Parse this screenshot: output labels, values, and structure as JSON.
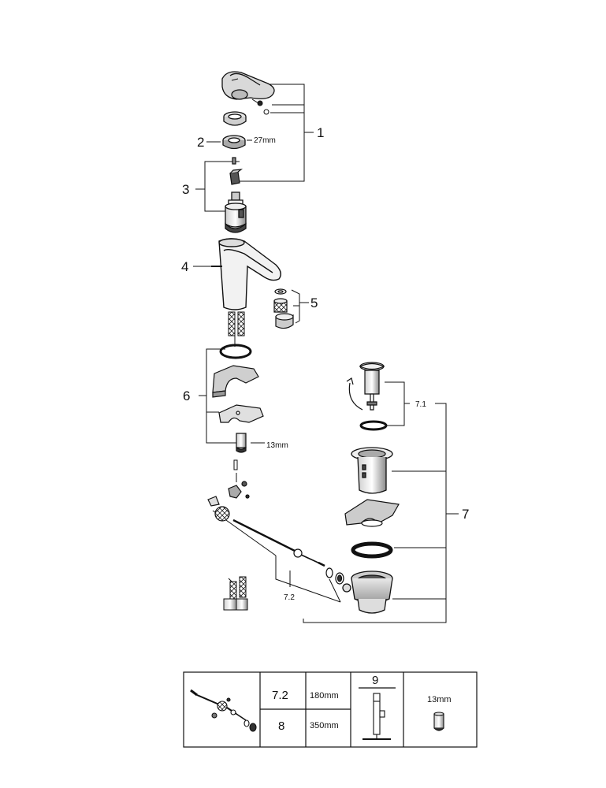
{
  "callouts": {
    "c1": "1",
    "c2": "2",
    "c2_size": "27mm",
    "c3": "3",
    "c4": "4",
    "c5": "5",
    "c6": "6",
    "c6_size": "13mm",
    "c7": "7",
    "c71": "7.1",
    "c72": "7.2"
  },
  "table": {
    "r1_num": "7.2",
    "r1_len": "180mm",
    "r2_num": "8",
    "r2_len": "350mm",
    "col3_num": "9",
    "col4_size": "13mm"
  }
}
